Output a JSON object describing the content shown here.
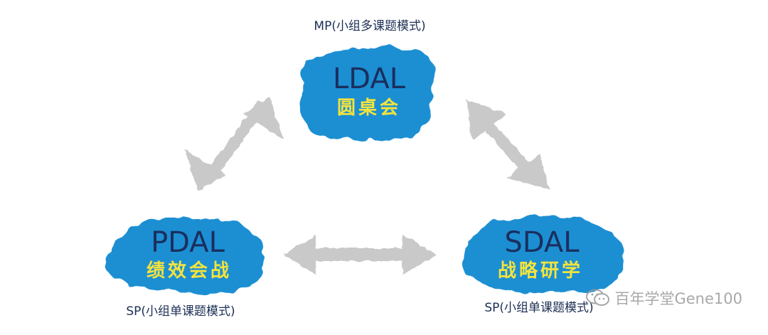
{
  "colors": {
    "blob": "#1e8fd3",
    "blob_dark": "#1779b8",
    "title": "#1a2f5e",
    "subtitle": "#f4e33c",
    "arrow": "#c9c9c9",
    "label": "#1c2f55"
  },
  "nodes": {
    "ldal": {
      "title": "LDAL",
      "subtitle": "圆桌会",
      "mode": "MP(小组多课题模式)"
    },
    "pdal": {
      "title": "PDAL",
      "subtitle": "绩效会战",
      "mode": "SP(小组单课题模式)"
    },
    "sdal": {
      "title": "SDAL",
      "subtitle": "战略研学",
      "mode": "SP(小组单课题模式)"
    }
  },
  "watermark": {
    "icon": "wechat-icon",
    "text": "百年学堂Gene100"
  }
}
